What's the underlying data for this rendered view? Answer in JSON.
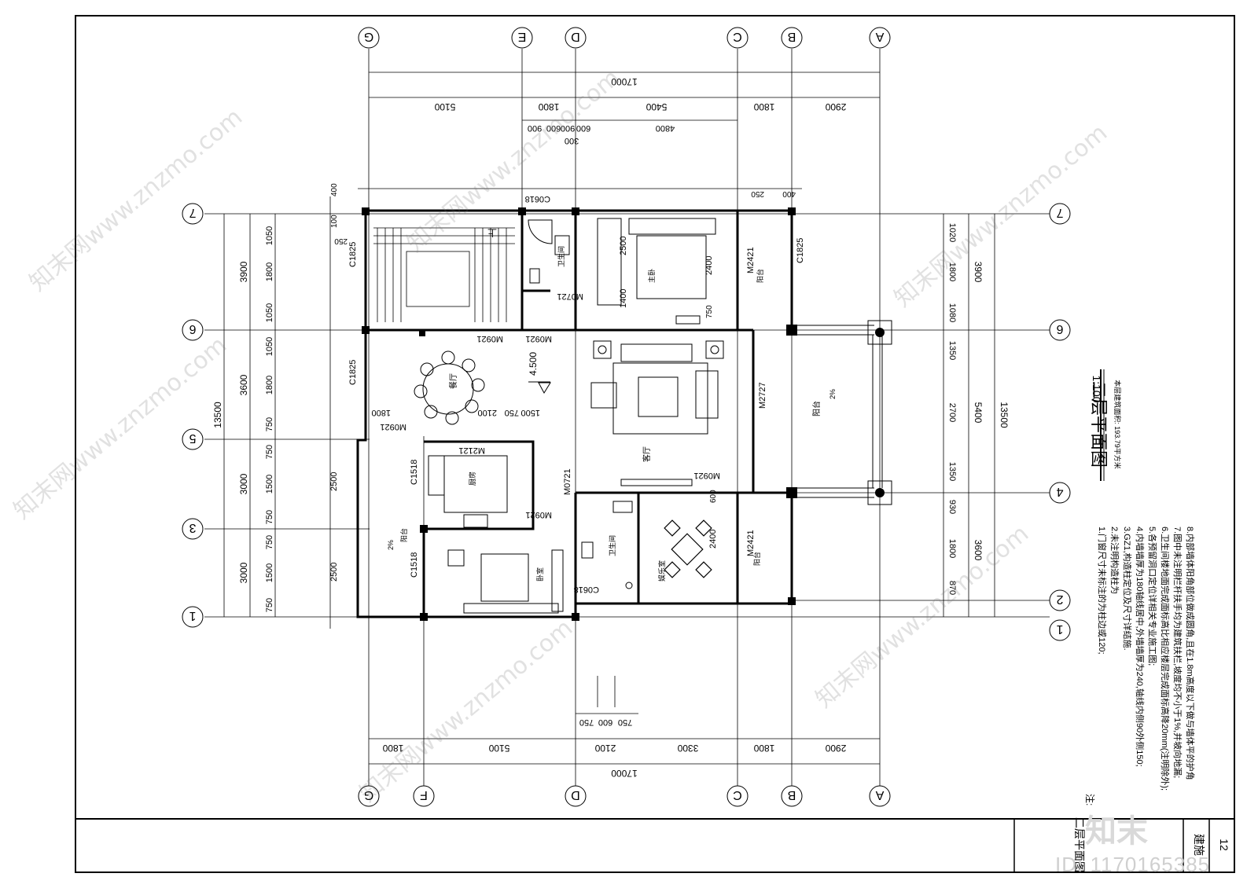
{
  "drawing": {
    "title": "二层平面图",
    "scale": "1:100",
    "area_note": "本层建筑面积: 193.79平方米",
    "titleblock_name": "二层平面图",
    "titleblock_right_a": "建施",
    "titleblock_right_b": "12"
  },
  "axes": {
    "letters": [
      "G",
      "E",
      "D",
      "C",
      "B",
      "A"
    ],
    "letters_bottom": [
      "G",
      "F",
      "D",
      "C",
      "B",
      "A"
    ],
    "numbers_left": [
      "7",
      "6",
      "5",
      "3",
      "1"
    ],
    "numbers_right": [
      "7",
      "6",
      "4",
      "2",
      "1"
    ]
  },
  "dims": {
    "top_total": "17000",
    "top_segments": [
      "5100",
      "1800",
      "5400",
      "1800",
      "2900"
    ],
    "top_detail": [
      "900",
      "600",
      "900",
      "600",
      "4800"
    ],
    "top_small": "300",
    "bottom_total": "17000",
    "bottom_segments": [
      "1800",
      "5100",
      "2100",
      "3300",
      "1800",
      "2900"
    ],
    "bottom_detail": [
      "750",
      "600",
      "750"
    ],
    "left_total": "13500",
    "left_mid": [
      "3900",
      "3600",
      "3000",
      "3000"
    ],
    "left_inner": [
      "1050",
      "1800",
      "1050",
      "1050",
      "1800",
      "750",
      "750",
      "1500",
      "750",
      "750",
      "1500",
      "750"
    ],
    "right_total": "13500",
    "right_mid": [
      "3900",
      "5400",
      "3600"
    ],
    "right_inner": [
      "1020",
      "1800",
      "1080",
      "1350",
      "2700",
      "1350",
      "930",
      "1800",
      "870"
    ],
    "small": [
      "400",
      "100",
      "250",
      "400",
      "250"
    ]
  },
  "rooms": {
    "toilet1": "卫生间",
    "master": "主卧",
    "balcony_top": "阳台",
    "dining": "餐厅",
    "living": "客厅",
    "kitchen": "厨房",
    "bedroom": "卧室",
    "toilet2": "卫生间",
    "leisure": "娱乐室",
    "balcony_right": "阳台",
    "balcony_small": "阳台",
    "balcony_bottom": "阳台",
    "stairs_up": "上",
    "elevation": "4.500",
    "slope1": "2%",
    "slope2": "2%"
  },
  "tags": {
    "c0618_top": "C0618",
    "m0721_top": "M0721",
    "m0921_a": "M0921",
    "m0921_b": "M0921",
    "c1825_a": "C1825",
    "c1825_b": "C1825",
    "c1825_c": "C1825",
    "m2421_a": "M2421",
    "m2421_b": "M2421",
    "m2727": "M2727",
    "m0921_c": "M0921",
    "m2121": "M2121",
    "c1518_a": "C1518",
    "c1518_b": "C1518",
    "m0721_b": "M0721",
    "m0921_d": "M0921",
    "c0618_b": "C0618",
    "d2500": "2500",
    "d2400": "2400",
    "d1400": "1400",
    "d750": "750",
    "d2400b": "2400",
    "d600": "600",
    "d1800b": "1800",
    "d2100": "2100",
    "d750b": "750",
    "d1500": "1500",
    "d2500b": "2500",
    "d2500c": "2500"
  },
  "notes": {
    "head": "注:",
    "items": [
      "1.门窗尺寸未标注的为柱边或120;",
      "2.未注明构造柱为",
      "3.GZ1,构造柱定位及尺寸详结施.",
      "4.内墙墙厚为180轴线居中,外墙墙厚为240,轴线内侧90外侧150;",
      "5.各预留洞口定位详相关专业施工图;",
      "6.卫生间楼地面完成面标高比相应楼层完成面标高降20mm(注明除外);",
      "7.图中未注明栏杆扶手均为建筑扶栏,坡度均不小于1%,并坡向地漏;",
      "8.内部墙体阳角部位做成圆角,且在1.8m高度以下做与墙体平的护角"
    ]
  },
  "watermarks": [
    "知末网www.znzmo.com",
    "知末网www.znzmo.com",
    "知末网www.znzmo.com",
    "知末网www.znzmo.com",
    "知末网www.znzmo.com",
    "知末网www.znzmo.com"
  ],
  "brand": "知末",
  "id_tag": "ID: 1170165385"
}
